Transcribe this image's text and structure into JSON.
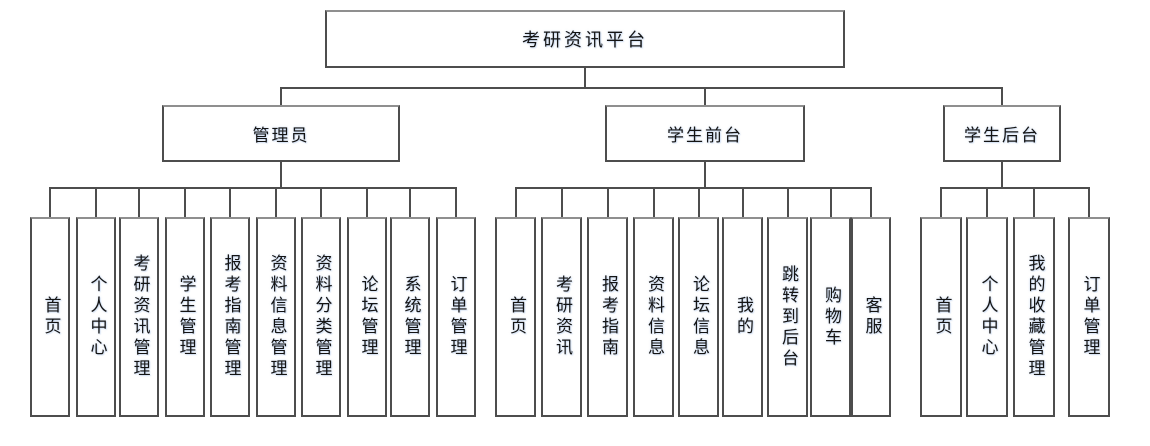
{
  "diagram": {
    "root": {
      "label": "考研资讯平台"
    },
    "branches": [
      {
        "label": "管理员",
        "children": [
          "首页",
          "个人中心",
          "考研资讯管理",
          "学生管理",
          "报考指南管理",
          "资料信息管理",
          "资料分类管理",
          "论坛管理",
          "系统管理",
          "订单管理"
        ]
      },
      {
        "label": "学生前台",
        "children": [
          "首页",
          "考研资讯",
          "报考指南",
          "资料信息",
          "论坛信息",
          "我的",
          "跳转到后台",
          "购物车",
          "客服"
        ]
      },
      {
        "label": "学生后台",
        "children": [
          "首页",
          "个人中心",
          "我的收藏管理",
          "订单管理"
        ]
      }
    ],
    "colors": {
      "background": "#ffffff",
      "border": "#4d4d4d",
      "line": "#4d4d4d",
      "text": "#141414"
    }
  }
}
